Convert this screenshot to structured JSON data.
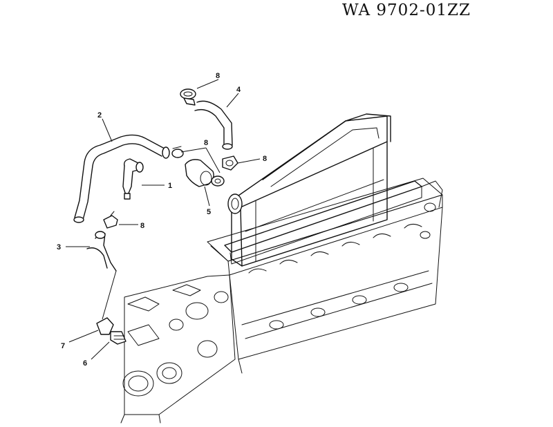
{
  "header": {
    "code": "WA 9702-01ZZ"
  },
  "callouts": [
    {
      "id": "c1",
      "label": "1"
    },
    {
      "id": "c2",
      "label": "2"
    },
    {
      "id": "c3",
      "label": "3"
    },
    {
      "id": "c4",
      "label": "4"
    },
    {
      "id": "c5",
      "label": "5"
    },
    {
      "id": "c6",
      "label": "6"
    },
    {
      "id": "c7",
      "label": "7"
    },
    {
      "id": "c8a",
      "label": "8"
    },
    {
      "id": "c8b",
      "label": "8"
    },
    {
      "id": "c8c",
      "label": "8"
    },
    {
      "id": "c8d",
      "label": "8"
    }
  ]
}
